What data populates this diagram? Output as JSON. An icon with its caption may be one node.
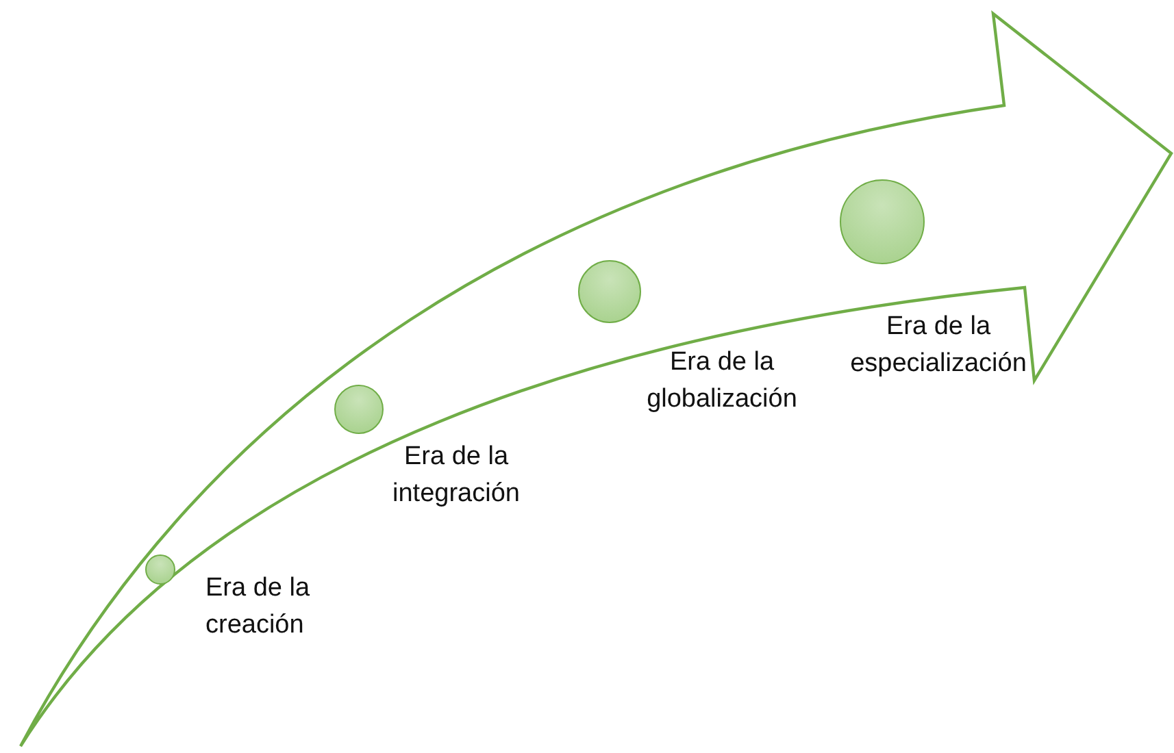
{
  "diagram": {
    "nodes": [
      {
        "text": [],
        "shape": "circle",
        "beside": [
          "Era de la creación"
        ]
      },
      {
        "text": [],
        "shape": "circle",
        "beside": [
          "Era de la integración"
        ]
      },
      {
        "text": [],
        "shape": "circle",
        "beside": [
          "Era de la globalización"
        ]
      },
      {
        "text": [],
        "shape": "circle",
        "beside": [
          "Era de la especialización"
        ]
      }
    ],
    "edges": []
  }
}
